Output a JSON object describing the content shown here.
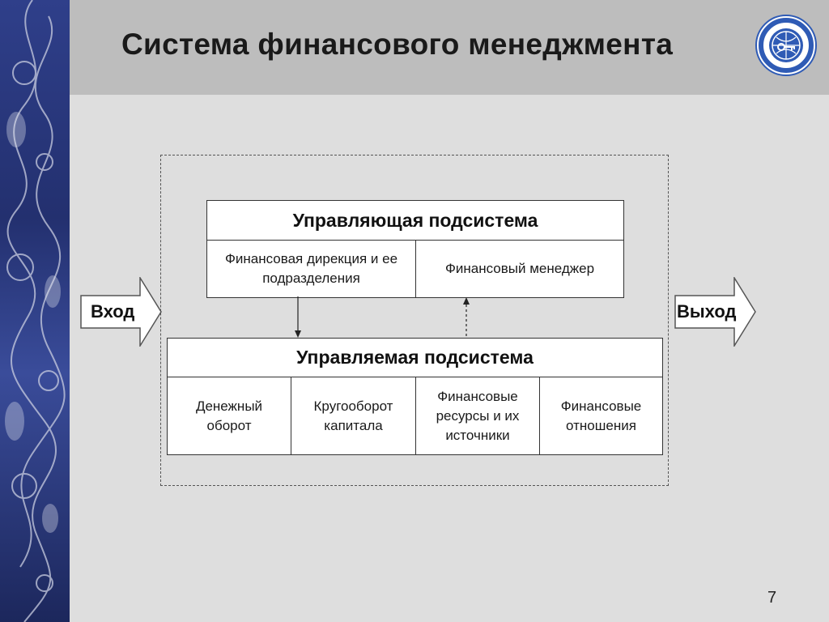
{
  "slide": {
    "title": "Система финансового менеджмента",
    "page_number": "7"
  },
  "diagram": {
    "input_label": "Вход",
    "output_label": "Выход",
    "managing_subsystem": {
      "title": "Управляющая подсистема",
      "cells": [
        "Финансовая дирекция и ее подразделения",
        "Финансовый  менеджер"
      ]
    },
    "managed_subsystem": {
      "title": "Управляемая подсистема",
      "cells": [
        "Денежный оборот",
        "Кругооборот капитала",
        "Финансовые ресурсы и их источники",
        "Финансовые отношения"
      ]
    }
  },
  "colors": {
    "title_bar": "#bdbdbd",
    "background": "#dedede",
    "side_strip": "#2f3f8a",
    "seal": "#2f5bb5"
  }
}
